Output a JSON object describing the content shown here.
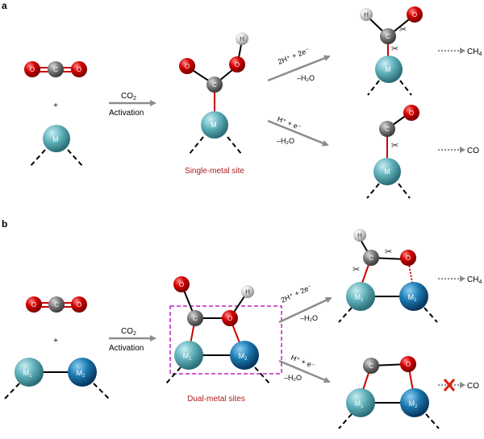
{
  "panels": {
    "a": {
      "letter": "a",
      "plus": "+",
      "arrow_top": "CO",
      "arrow_top_sub": "2",
      "arrow_bottom": "Activation",
      "site_caption": "Single-metal site",
      "metal": "M",
      "reaction_upper": {
        "line1": "2H⁺ + 2e⁻",
        "line2": "–H₂O"
      },
      "reaction_lower": {
        "line1": "H⁺ + e⁻",
        "line2": "–H₂O"
      },
      "product_upper": "CH",
      "product_upper_sub": "4",
      "product_lower": "CO"
    },
    "b": {
      "letter": "b",
      "plus": "+",
      "arrow_top": "CO",
      "arrow_top_sub": "2",
      "arrow_bottom": "Activation",
      "site_caption": "Dual-metal sites",
      "metal1": "M",
      "metal1_sub": "1",
      "metal2": "M",
      "metal2_sub": "2",
      "reaction_upper": {
        "line1": "2H⁺ + 2e⁻",
        "line2": "–H₂O"
      },
      "reaction_lower": {
        "line1": "H⁺ + e⁻",
        "line2": "–H₂O"
      },
      "product_upper": "CH",
      "product_upper_sub": "4",
      "product_lower": "CO"
    }
  },
  "atoms": {
    "carbon": "C",
    "oxygen": "O",
    "hydrogen": "H"
  },
  "colors": {
    "oxygen": "#cc0000",
    "carbon": "#6b6b6b",
    "hydrogen": "#d9d9d9",
    "metal_light": "#4fa6b0",
    "metal_dark": "#0f6394",
    "bond_red": "#cc0000",
    "caption_red": "#b01c1c",
    "arrow_gray": "#8c8c8c",
    "box_magenta": "#c020c0"
  }
}
